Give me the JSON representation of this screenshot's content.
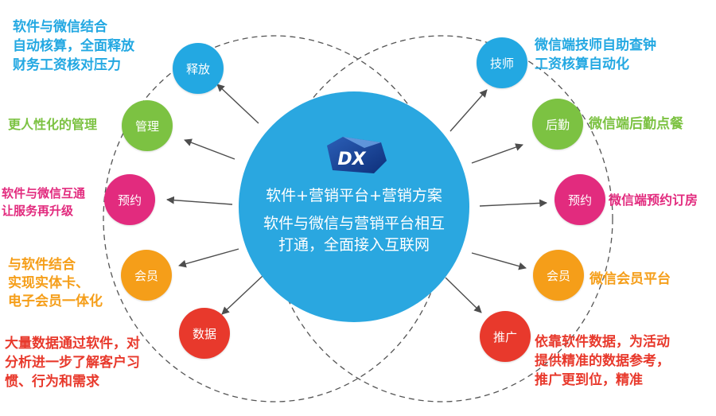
{
  "colors": {
    "center": "#2AA7E0",
    "blue": "#23A8E2",
    "green": "#7CC242",
    "magenta": "#E22B7E",
    "orange": "#F59E19",
    "red": "#E8392C",
    "arrow": "#4D4D4D",
    "dash": "#555555"
  },
  "center": {
    "logo_text": "DX",
    "lines": [
      "软件+营销平台+营销方案",
      "软件与微信与营销平台相互",
      "打通，全面接入互联网"
    ]
  },
  "left": [
    {
      "label": "释放",
      "color": "blue",
      "desc": [
        "软件与微信结合",
        "自动核算，全面释放",
        "财务工资核对压力"
      ]
    },
    {
      "label": "管理",
      "color": "green",
      "desc": [
        "更人性化的管理"
      ]
    },
    {
      "label": "预约",
      "color": "magenta",
      "desc": [
        "软件与微信互通",
        "让服务再升级"
      ]
    },
    {
      "label": "会员",
      "color": "orange",
      "desc": [
        "与软件结合",
        "实现实体卡、",
        "电子会员一体化"
      ]
    },
    {
      "label": "数据",
      "color": "red",
      "desc": [
        "大量数据通过软件，对",
        "分析进一步了解客户习",
        "惯、行为和需求"
      ]
    }
  ],
  "right": [
    {
      "label": "技师",
      "color": "blue",
      "desc": [
        "微信端技师自助查钟",
        "工资核算自动化"
      ]
    },
    {
      "label": "后勤",
      "color": "green",
      "desc": [
        "微信端后勤点餐"
      ]
    },
    {
      "label": "预约",
      "color": "magenta",
      "desc": [
        "微信端预约订房"
      ]
    },
    {
      "label": "会员",
      "color": "orange",
      "desc": [
        "微信会员平台"
      ]
    },
    {
      "label": "推广",
      "color": "red",
      "desc": [
        "依靠软件数据，为活动",
        "提供精准的数据参考，",
        "推广更到位，精准"
      ]
    }
  ]
}
